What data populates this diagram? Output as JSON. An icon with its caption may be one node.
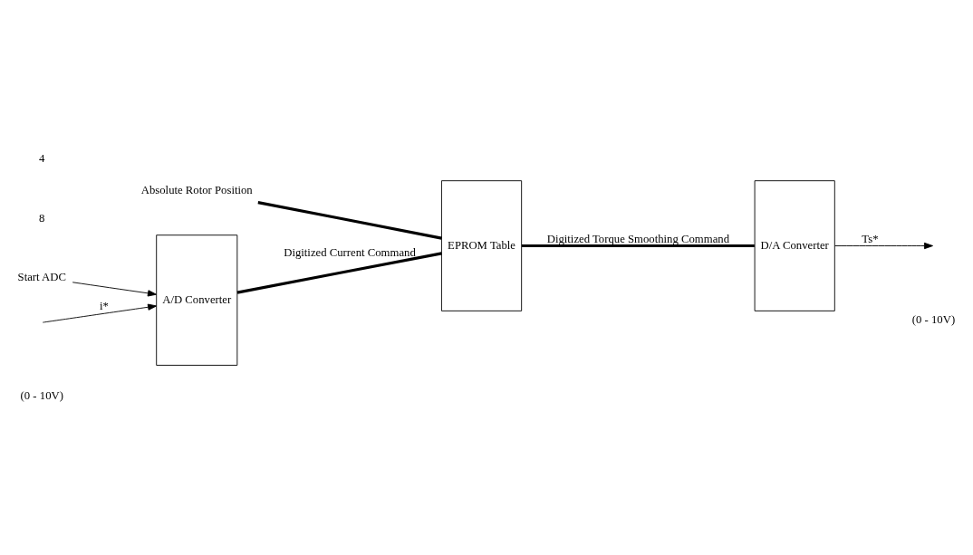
{
  "diagram": {
    "nodes": [
      {
        "text": [
          "A/D Converter"
        ]
      },
      {
        "text": [
          "EPROM Table"
        ]
      },
      {
        "text": [
          "D/A Converter"
        ]
      },
      {
        "text": [
          "Start ADC"
        ]
      },
      {
        "text": [
          "Absolute Rotor Position"
        ]
      }
    ],
    "edges": [
      {
        "from": 3,
        "to": 0,
        "arrow": "to"
      },
      {
        "from": null,
        "to": 0,
        "arrow": "to",
        "label": "i*"
      },
      {
        "from": 0,
        "to": 1,
        "arrow": "none",
        "style": "thick",
        "label": "Digitized Current Command"
      },
      {
        "from": 4,
        "to": 1,
        "arrow": "none",
        "style": "thick"
      },
      {
        "from": 1,
        "to": 2,
        "arrow": "none",
        "style": "thick",
        "label": "Digitized Torque Smoothing Command"
      },
      {
        "from": 2,
        "to": null,
        "arrow": "to",
        "label": "Ts*"
      }
    ],
    "labels": [
      "(0 - 10V)",
      "8",
      "4",
      "(0 - 10V)"
    ]
  }
}
